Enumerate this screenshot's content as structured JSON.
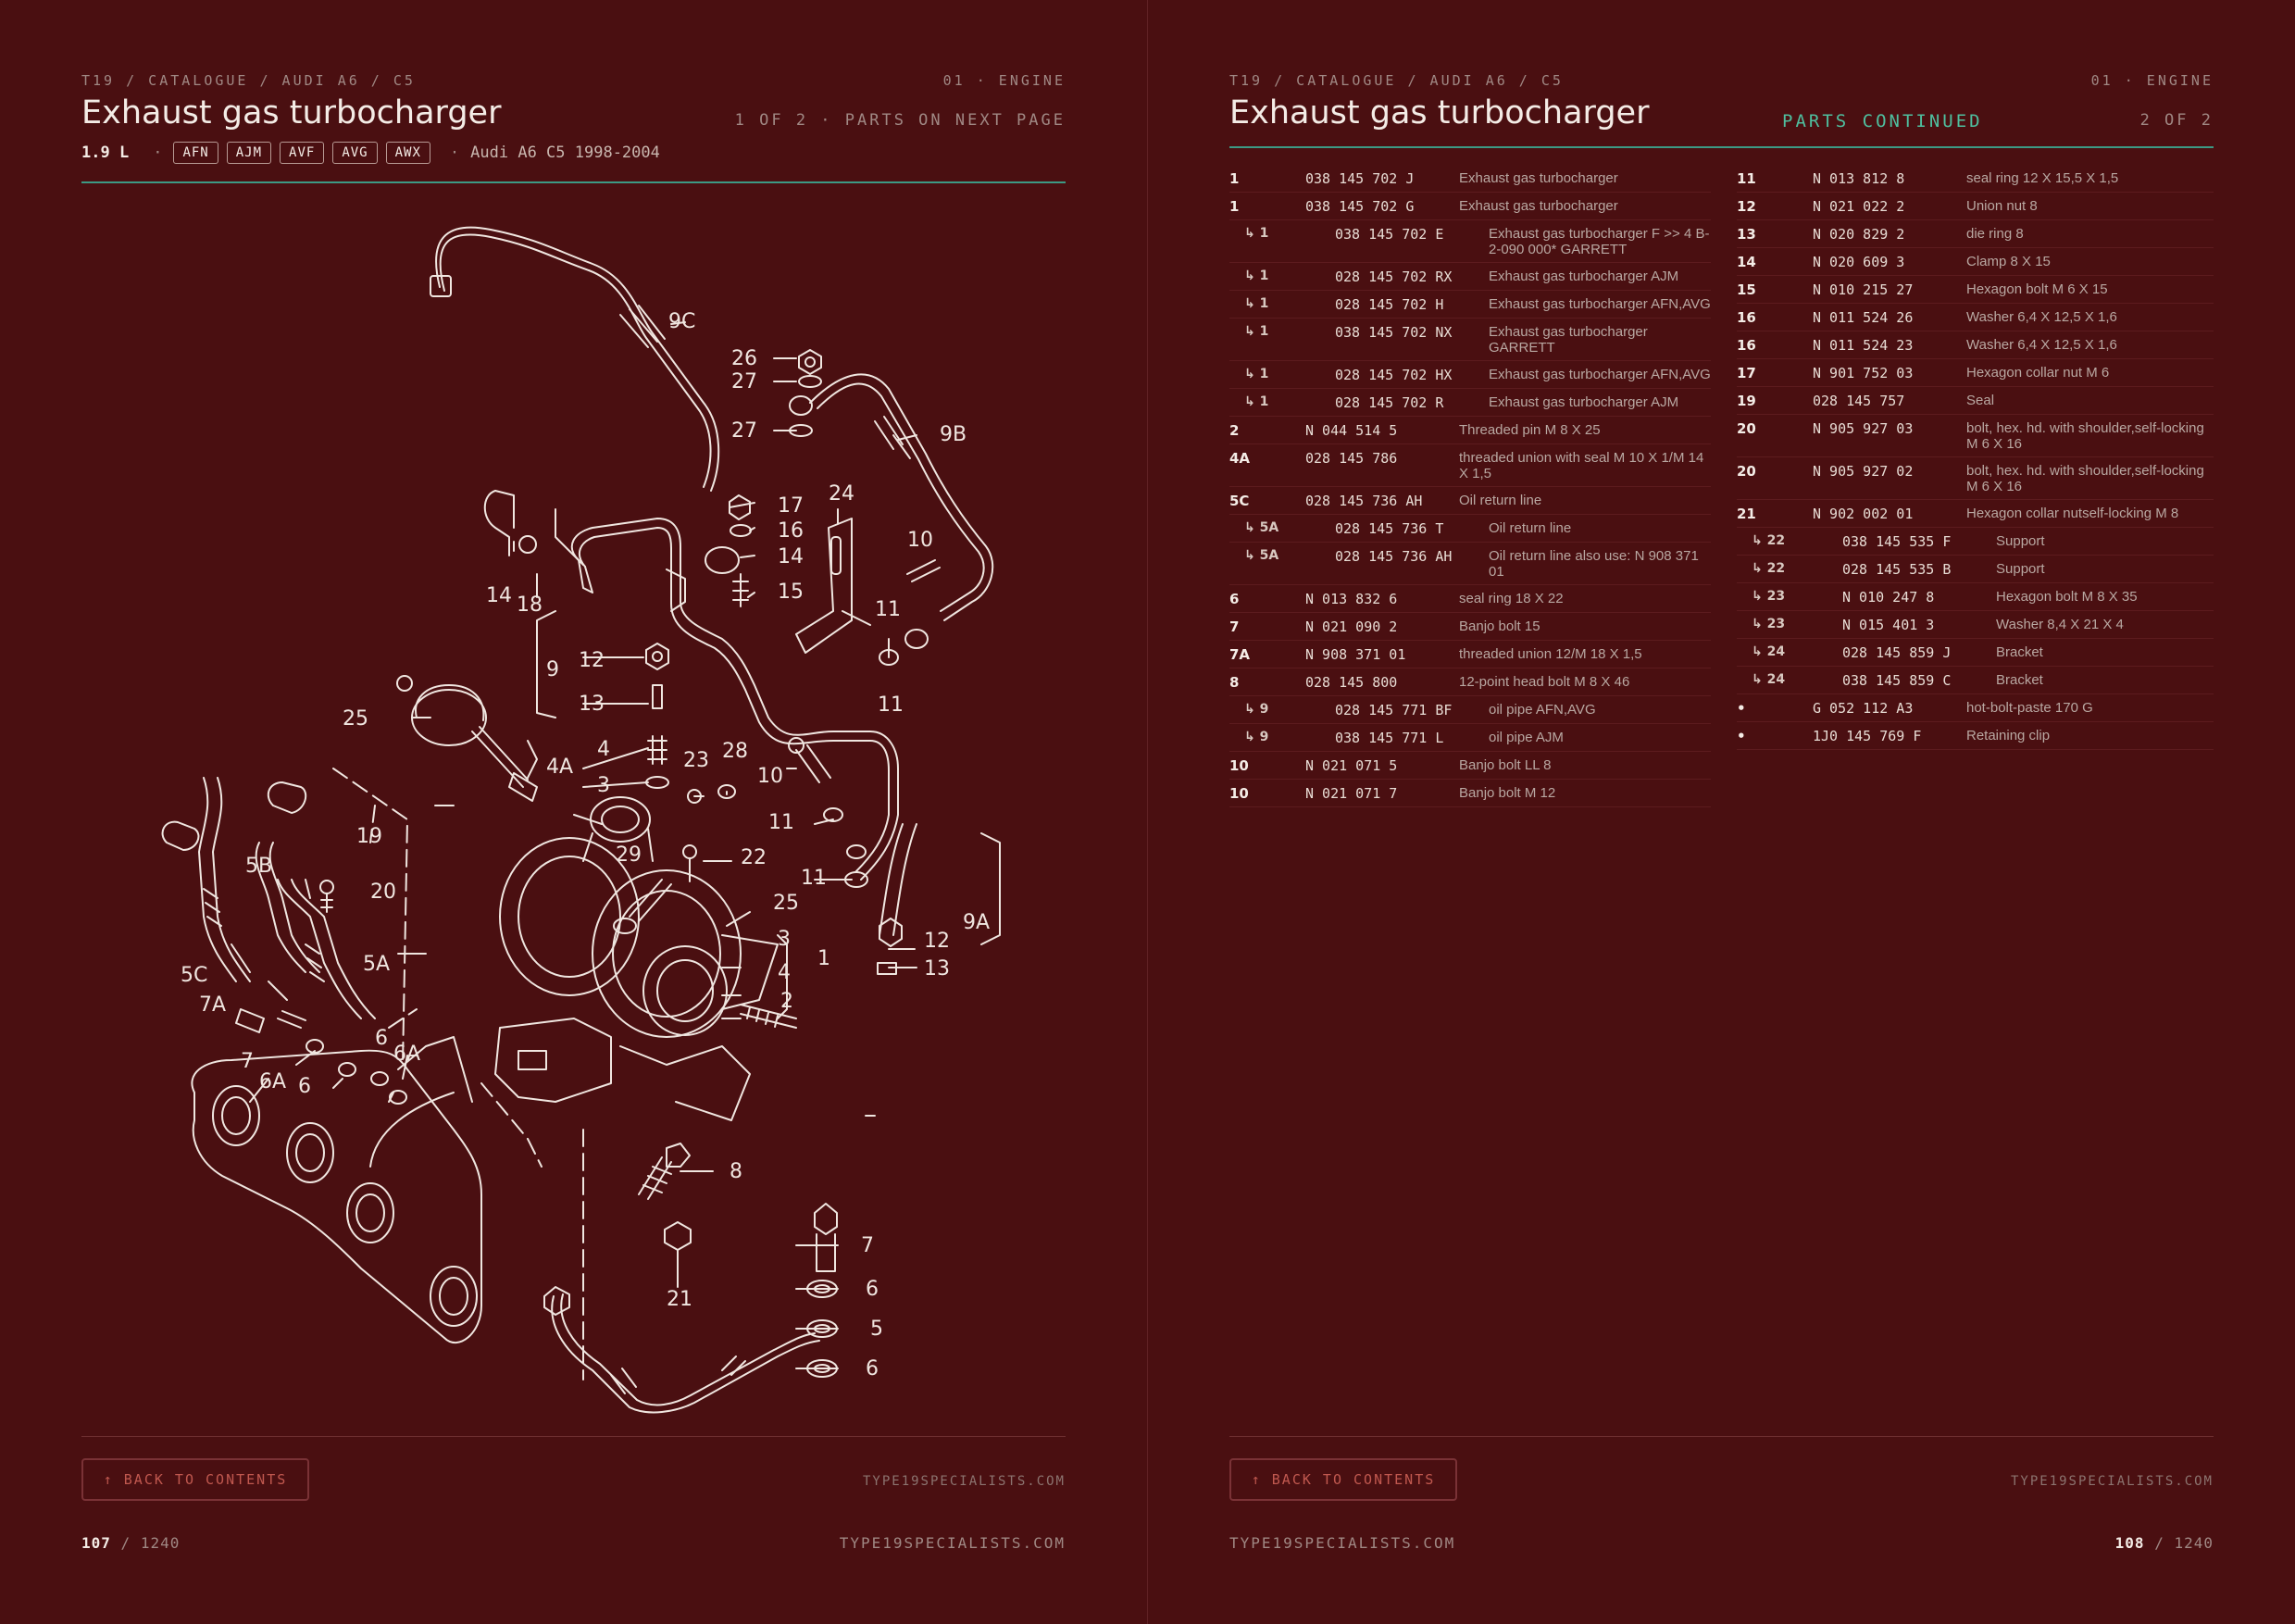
{
  "left": {
    "breadcrumb": "T19 / CATALOGUE / AUDI A6 / C5",
    "section": "01 · ENGINE",
    "title": "Exhaust gas turbocharger",
    "page_status": "1 OF 2 · PARTS ON NEXT PAGE",
    "displacement": "1.9 L",
    "engine_codes": [
      "AFN",
      "AJM",
      "AVF",
      "AVG",
      "AWX"
    ],
    "vehicle": "Audi A6 C5 1998-2004",
    "back_button": "↑ BACK TO CONTENTS",
    "site_small": "TYPE19SPECIALISTS.COM",
    "page_current": "107",
    "page_total": "/ 1240",
    "site_footer": "TYPE19SPECIALISTS.COM"
  },
  "right": {
    "breadcrumb": "T19 / CATALOGUE / AUDI A6 / C5",
    "section": "01 · ENGINE",
    "title": "Exhaust gas turbocharger",
    "continued_label": "PARTS CONTINUED",
    "page_status": "2 OF 2",
    "back_button": "↑ BACK TO CONTENTS",
    "site_small": "TYPE19SPECIALISTS.COM",
    "page_current": "108",
    "page_total": "/ 1240",
    "site_footer": "TYPE19SPECIALISTS.COM"
  },
  "diagram_labels": [
    "9C",
    "26",
    "27",
    "27",
    "9B",
    "17",
    "16",
    "14",
    "15",
    "24",
    "10",
    "11",
    "11",
    "14",
    "18",
    "9",
    "12",
    "13",
    "25",
    "4A",
    "4",
    "3",
    "23",
    "28",
    "10",
    "11",
    "29",
    "22",
    "11",
    "19",
    "5B",
    "20",
    "5C",
    "7A",
    "5A",
    "25",
    "3",
    "4",
    "1",
    "2",
    "9A",
    "12",
    "13",
    "7",
    "6A",
    "6",
    "6",
    "6A",
    "8",
    "7",
    "6",
    "21",
    "5",
    "6"
  ],
  "parts_col1": [
    {
      "pos": "1",
      "pn": "038 145 702 J",
      "desc": "Exhaust gas turbocharger",
      "sub": false
    },
    {
      "pos": "1",
      "pn": "038 145 702 G",
      "desc": "Exhaust gas turbocharger",
      "sub": false
    },
    {
      "pos": "↳ 1",
      "pn": "038 145 702 E",
      "desc": "Exhaust gas turbocharger F >> 4 B-2-090 000* GARRETT",
      "sub": true
    },
    {
      "pos": "↳ 1",
      "pn": "028 145 702 RX",
      "desc": "Exhaust gas turbocharger AJM",
      "sub": true
    },
    {
      "pos": "↳ 1",
      "pn": "028 145 702 H",
      "desc": "Exhaust gas turbocharger AFN,AVG",
      "sub": true
    },
    {
      "pos": "↳ 1",
      "pn": "038 145 702 NX",
      "desc": "Exhaust gas turbocharger GARRETT",
      "sub": true
    },
    {
      "pos": "↳ 1",
      "pn": "028 145 702 HX",
      "desc": "Exhaust gas turbocharger AFN,AVG",
      "sub": true
    },
    {
      "pos": "↳ 1",
      "pn": "028 145 702 R",
      "desc": "Exhaust gas turbocharger AJM",
      "sub": true
    },
    {
      "pos": "2",
      "pn": "N 044 514 5",
      "desc": "Threaded pin M 8 X 25",
      "sub": false
    },
    {
      "pos": "4A",
      "pn": "028 145 786",
      "desc": "threaded union with seal M 10 X 1/M 14 X 1,5",
      "sub": false
    },
    {
      "pos": "5C",
      "pn": "028 145 736 AH",
      "desc": "Oil return line",
      "sub": false
    },
    {
      "pos": "↳ 5A",
      "pn": "028 145 736 T",
      "desc": "Oil return line",
      "sub": true
    },
    {
      "pos": "↳ 5A",
      "pn": "028 145 736 AH",
      "desc": "Oil return line also use: N 908 371 01",
      "sub": true
    },
    {
      "pos": "6",
      "pn": "N 013 832 6",
      "desc": "seal ring 18 X 22",
      "sub": false
    },
    {
      "pos": "7",
      "pn": "N 021 090 2",
      "desc": "Banjo bolt 15",
      "sub": false
    },
    {
      "pos": "7A",
      "pn": "N 908 371 01",
      "desc": "threaded union 12/M 18 X 1,5",
      "sub": false
    },
    {
      "pos": "8",
      "pn": "028 145 800",
      "desc": "12-point head bolt M 8 X 46",
      "sub": false
    },
    {
      "pos": "↳ 9",
      "pn": "028 145 771 BF",
      "desc": "oil pipe AFN,AVG",
      "sub": true
    },
    {
      "pos": "↳ 9",
      "pn": "038 145 771 L",
      "desc": "oil pipe AJM",
      "sub": true
    },
    {
      "pos": "10",
      "pn": "N 021 071 5",
      "desc": "Banjo bolt LL 8",
      "sub": false
    },
    {
      "pos": "10",
      "pn": "N 021 071 7",
      "desc": "Banjo bolt M 12",
      "sub": false
    }
  ],
  "parts_col2": [
    {
      "pos": "11",
      "pn": "N 013 812 8",
      "desc": "seal ring 12 X 15,5 X 1,5",
      "sub": false
    },
    {
      "pos": "12",
      "pn": "N 021 022 2",
      "desc": "Union nut 8",
      "sub": false
    },
    {
      "pos": "13",
      "pn": "N 020 829 2",
      "desc": "die ring 8",
      "sub": false
    },
    {
      "pos": "14",
      "pn": "N 020 609 3",
      "desc": "Clamp 8 X 15",
      "sub": false
    },
    {
      "pos": "15",
      "pn": "N 010 215 27",
      "desc": "Hexagon bolt M 6 X 15",
      "sub": false
    },
    {
      "pos": "16",
      "pn": "N 011 524 26",
      "desc": "Washer 6,4 X 12,5 X 1,6",
      "sub": false
    },
    {
      "pos": "16",
      "pn": "N 011 524 23",
      "desc": "Washer 6,4 X 12,5 X 1,6",
      "sub": false
    },
    {
      "pos": "17",
      "pn": "N 901 752 03",
      "desc": "Hexagon collar nut M 6",
      "sub": false
    },
    {
      "pos": "19",
      "pn": "028 145 757",
      "desc": "Seal",
      "sub": false
    },
    {
      "pos": "20",
      "pn": "N 905 927 03",
      "desc": "bolt, hex. hd. with shoulder,self-locking M 6 X 16",
      "sub": false
    },
    {
      "pos": "20",
      "pn": "N 905 927 02",
      "desc": "bolt, hex. hd. with shoulder,self-locking M 6 X 16",
      "sub": false
    },
    {
      "pos": "21",
      "pn": "N 902 002 01",
      "desc": "Hexagon collar nutself-locking M 8",
      "sub": false
    },
    {
      "pos": "↳ 22",
      "pn": "038 145 535 F",
      "desc": "Support",
      "sub": true
    },
    {
      "pos": "↳ 22",
      "pn": "028 145 535 B",
      "desc": "Support",
      "sub": true
    },
    {
      "pos": "↳ 23",
      "pn": "N 010 247 8",
      "desc": "Hexagon bolt M 8 X 35",
      "sub": true
    },
    {
      "pos": "↳ 23",
      "pn": "N 015 401 3",
      "desc": "Washer 8,4 X 21 X 4",
      "sub": true
    },
    {
      "pos": "↳ 24",
      "pn": "028 145 859 J",
      "desc": "Bracket",
      "sub": true
    },
    {
      "pos": "↳ 24",
      "pn": "038 145 859 C",
      "desc": "Bracket",
      "sub": true
    },
    {
      "pos": "•",
      "pn": "G 052 112 A3",
      "desc": "hot-bolt-paste 170 G",
      "sub": false
    },
    {
      "pos": "•",
      "pn": "1J0 145 769 F",
      "desc": "Retaining clip",
      "sub": false
    }
  ]
}
